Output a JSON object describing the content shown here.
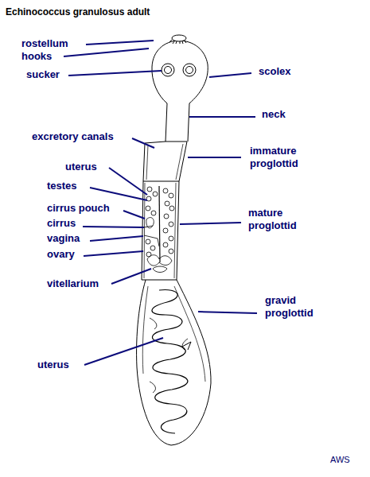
{
  "diagram": {
    "title": "Echinococcus granulosus adult",
    "labels": [
      "rostellum",
      "hooks",
      "sucker",
      "scolex",
      "neck",
      "excretory canals",
      "immature proglottid",
      "uterus",
      "testes",
      "cirrus pouch",
      "cirrus",
      "vagina",
      "ovary",
      "vitellarium",
      "mature proglottid",
      "gravid proglottid",
      "uterus",
      "AWS"
    ]
  }
}
